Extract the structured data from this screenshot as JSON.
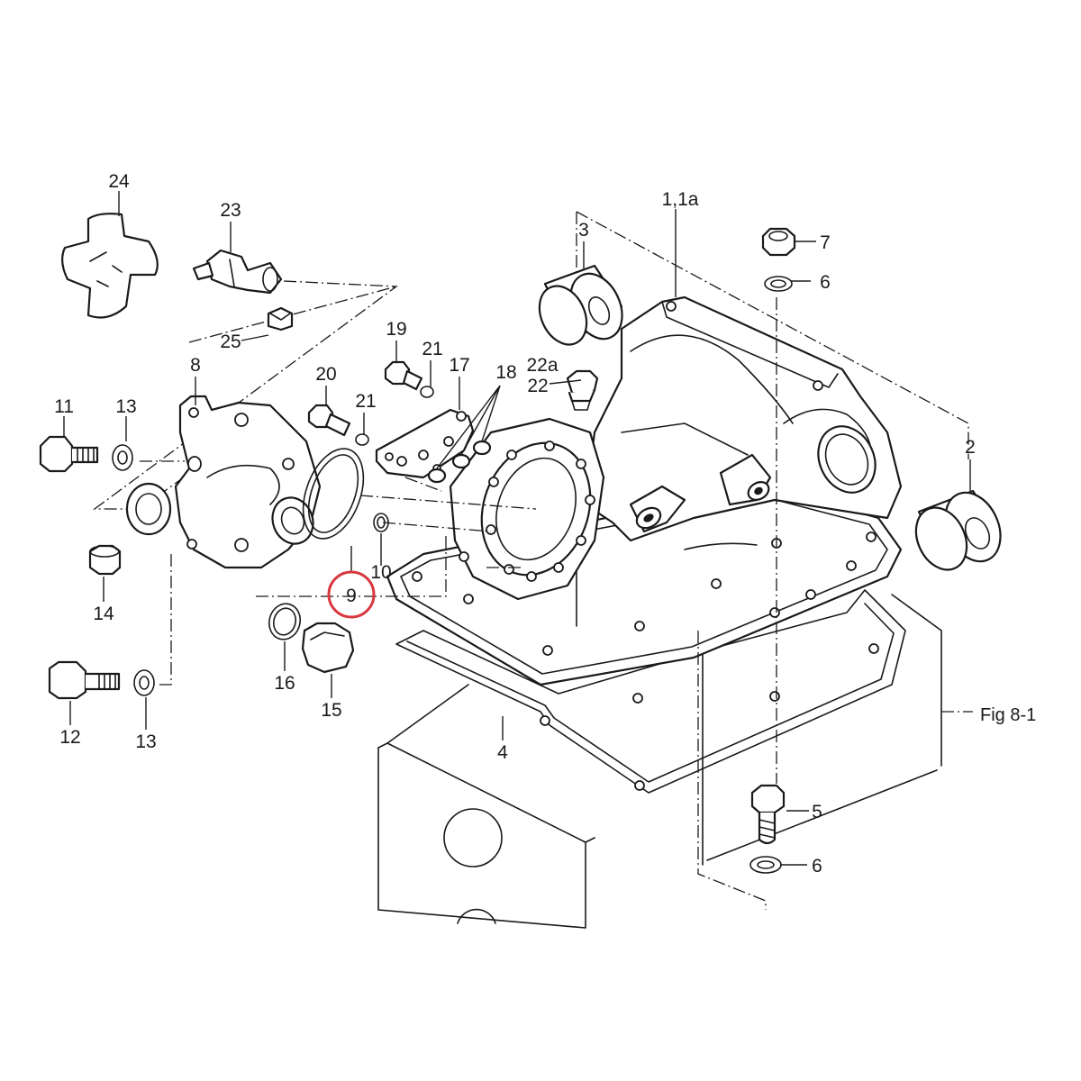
{
  "figure_reference": "Fig 8-1",
  "highlighted_part": "9",
  "part_numbers": {
    "p1_1a": "1,1a",
    "p2": "2",
    "p3": "3",
    "p4": "4",
    "p5": "5",
    "p6_top": "6",
    "p6_bottom": "6",
    "p7": "7",
    "p8": "8",
    "p9": "9",
    "p10": "10",
    "p11": "11",
    "p12": "12",
    "p13_upper": "13",
    "p13_lower": "13",
    "p14": "14",
    "p15": "15",
    "p16": "16",
    "p17": "17",
    "p18": "18",
    "p19": "19",
    "p20": "20",
    "p21_upper": "21",
    "p21_lower": "21",
    "p22": "22",
    "p22a": "22a",
    "p23": "23",
    "p24": "24",
    "p25": "25"
  },
  "highlight_color": "#d9373f",
  "line_color": "#1a1a1a"
}
